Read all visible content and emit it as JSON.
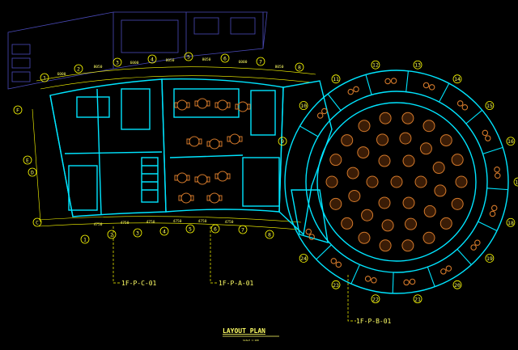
{
  "drawing": {
    "title": "LAYOUT PLAN",
    "scale_note": "SCALE 1:100",
    "sections": [
      {
        "label": "1F-P-C-01"
      },
      {
        "label": "1F-P-A-01"
      },
      {
        "label": "1F-P-B-01"
      }
    ],
    "top_grid_labels": [
      "1",
      "2",
      "3",
      "4",
      "5",
      "6",
      "7",
      "8"
    ],
    "bottom_grid_labels": [
      "1",
      "2",
      "3",
      "4",
      "5",
      "6",
      "7",
      "8"
    ],
    "left_grid_labels": [
      "F",
      "E",
      "D",
      "C",
      "A"
    ],
    "ring_grid_labels": [
      "9",
      "10",
      "11",
      "12",
      "13",
      "14",
      "15",
      "16",
      "17",
      "18",
      "19",
      "20",
      "21",
      "22",
      "23",
      "24"
    ],
    "top_dims": [
      "6000",
      "8050",
      "6000",
      "8050",
      "8050",
      "6000",
      "8050"
    ],
    "bottom_dims": [
      "4750",
      "4750",
      "4750",
      "4750",
      "4750",
      "4750"
    ],
    "colors": {
      "background": "#000000",
      "walls": "#00e5ff",
      "grid": "#ffff00",
      "furniture": "#d2782a",
      "hatch": "#4a4ab8",
      "text": "#ffff66"
    }
  }
}
